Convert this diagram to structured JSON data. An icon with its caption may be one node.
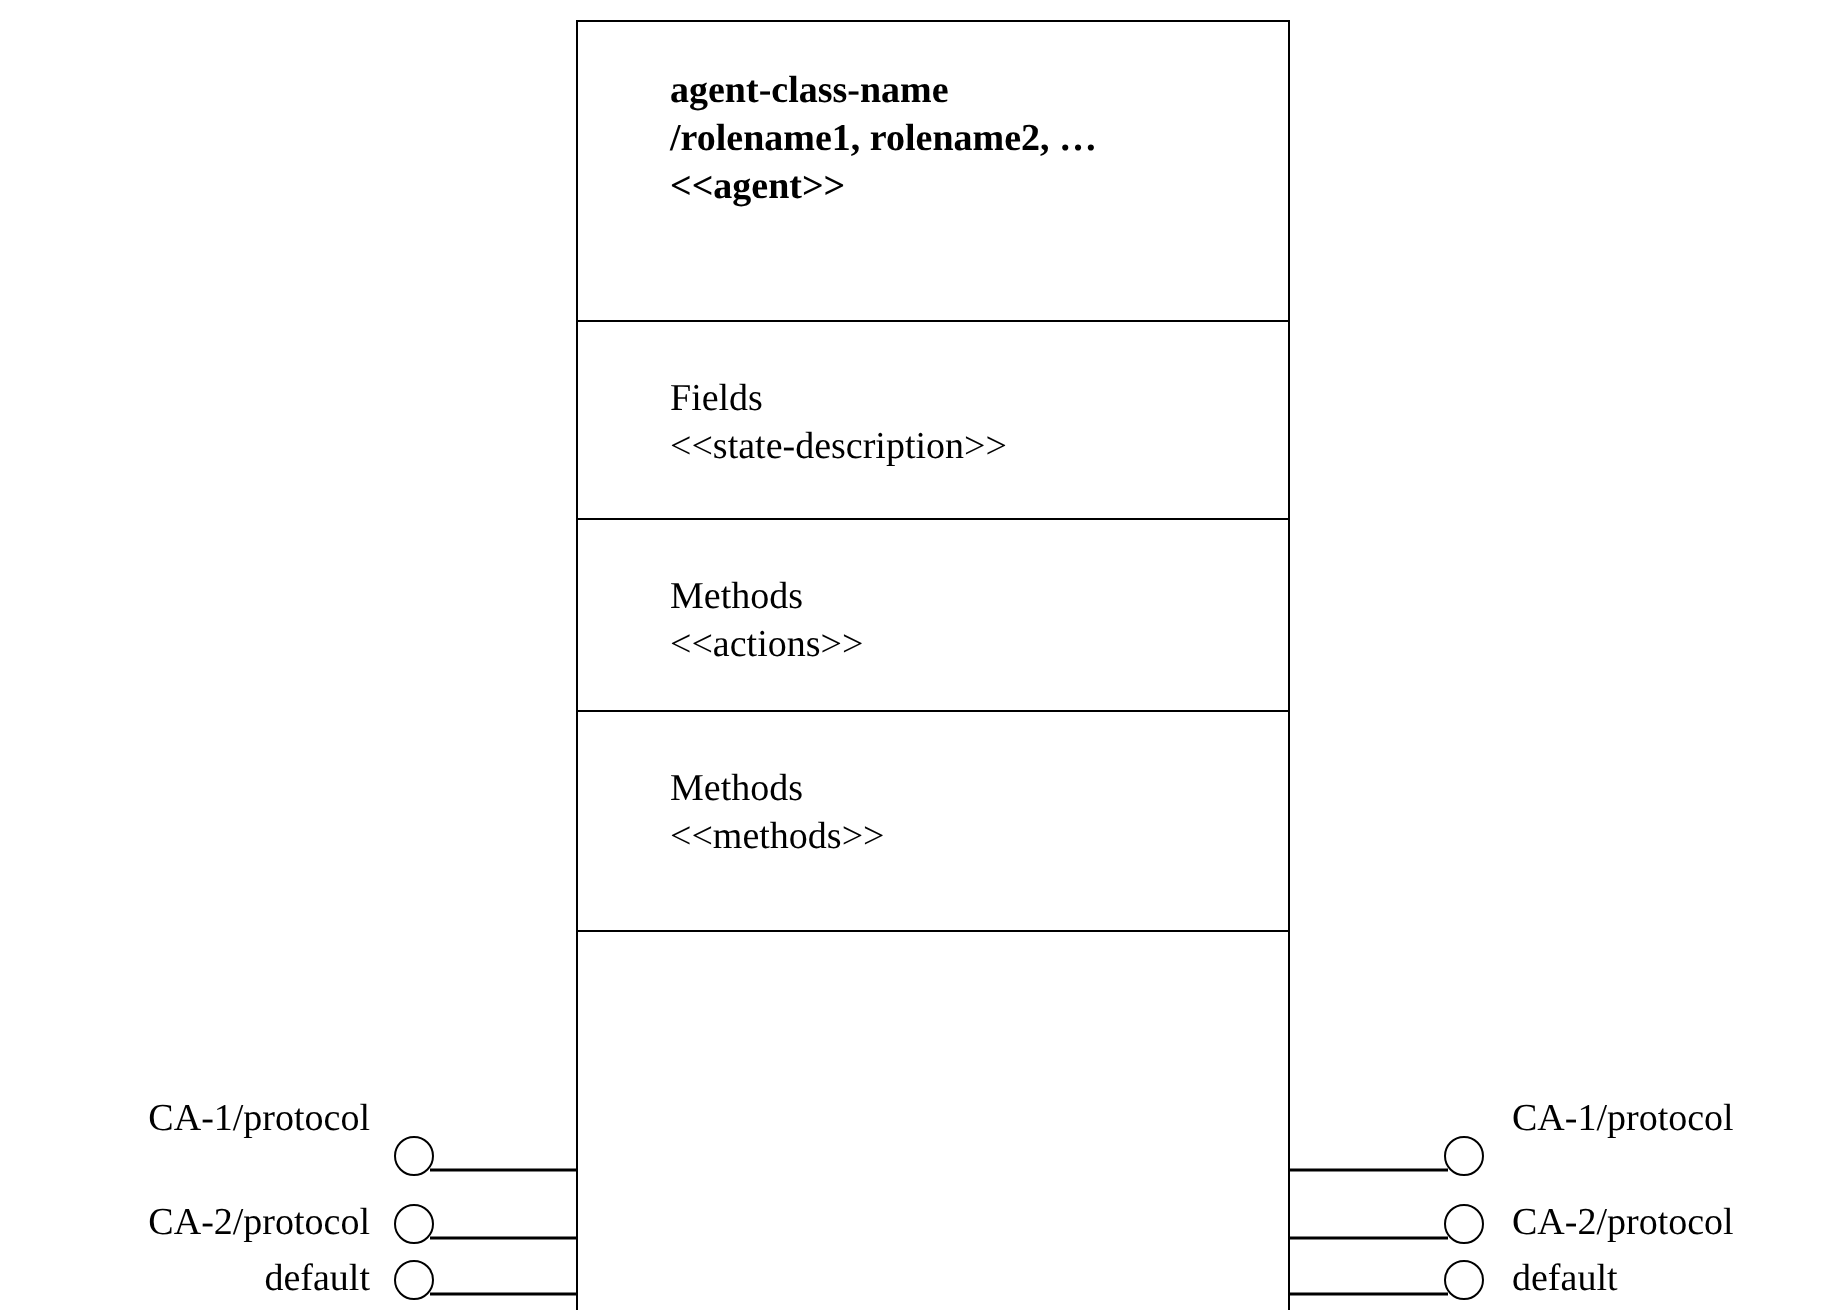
{
  "diagram": {
    "nodes": [
      {
        "text": [
          "agent-class-name",
          "/rolename1, rolename2, …",
          "<<agent>>"
        ]
      },
      {
        "text": [
          "Fields",
          "<<state-description>>"
        ]
      },
      {
        "text": [
          "Methods",
          "<<actions>>"
        ]
      },
      {
        "text": [
          "Methods",
          "<<methods>>"
        ]
      },
      {
        "text": [],
        "shape": "box"
      },
      {
        "text": [],
        "shape": "circle",
        "beside": [
          "CA-1/protocol"
        ]
      },
      {
        "text": [],
        "shape": "circle",
        "beside": [
          "CA-2/protocol"
        ]
      },
      {
        "text": [],
        "shape": "circle",
        "beside": [
          "default"
        ]
      },
      {
        "text": [],
        "shape": "circle",
        "beside": [
          "CA-1/protocol"
        ]
      },
      {
        "text": [],
        "shape": "circle",
        "beside": [
          "CA-2/protocol"
        ]
      },
      {
        "text": [],
        "shape": "circle",
        "beside": [
          "default"
        ]
      }
    ],
    "edges": [
      {
        "from": 5,
        "to": 4,
        "arrow": "none"
      },
      {
        "from": 6,
        "to": 4,
        "arrow": "none"
      },
      {
        "from": 7,
        "to": 4,
        "arrow": "none"
      },
      {
        "from": 4,
        "to": 8,
        "arrow": "none"
      },
      {
        "from": 4,
        "to": 9,
        "arrow": "none"
      },
      {
        "from": 4,
        "to": 10,
        "arrow": "none"
      }
    ]
  }
}
